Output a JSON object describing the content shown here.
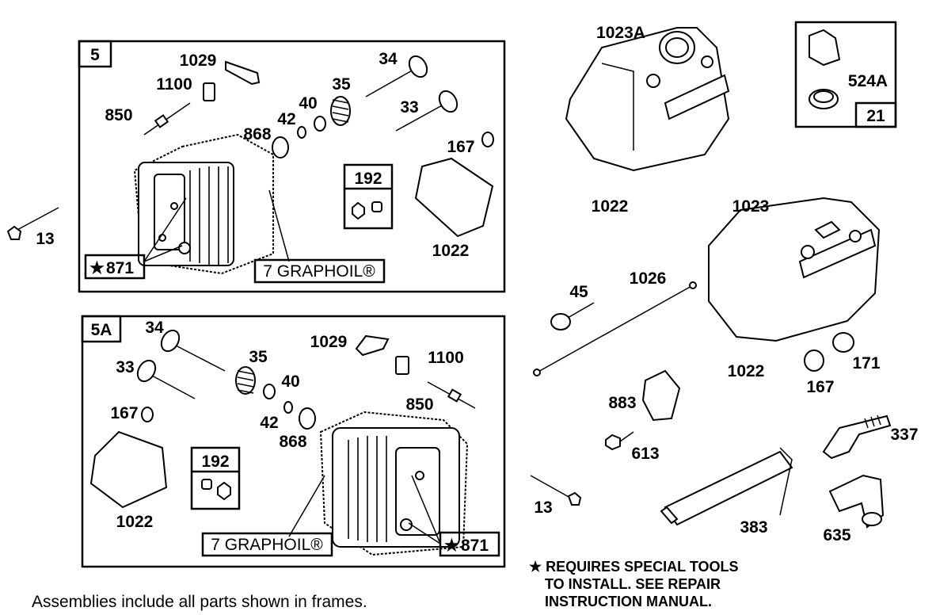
{
  "frames": {
    "f5": {
      "id": "5"
    },
    "f5a": {
      "id": "5A"
    },
    "f21": {
      "id": "21"
    }
  },
  "part_labels": {
    "p1029_a": "1029",
    "p1100_a": "1100",
    "p850_a": "850",
    "p34_a": "34",
    "p35_a": "35",
    "p40_a": "40",
    "p42_a": "42",
    "p33_a": "33",
    "p868_a": "868",
    "p167_a": "167",
    "p192_a": "192",
    "p1022_a": "1022",
    "p871_a": "871",
    "p13_a": "13",
    "p34_b": "34",
    "p33_b": "33",
    "p35_b": "35",
    "p40_b": "40",
    "p42_b": "42",
    "p868_b": "868",
    "p1029_b": "1029",
    "p1100_b": "1100",
    "p850_b": "850",
    "p167_b": "167",
    "p192_b": "192",
    "p1022_b": "1022",
    "p871_b": "871",
    "p1023a": "1023A",
    "p1022_c": "1022",
    "p524a": "524A",
    "p1023": "1023",
    "p1026": "1026",
    "p45": "45",
    "p1022_d": "1022",
    "p171": "171",
    "p167_c": "167",
    "p883": "883",
    "p613": "613",
    "p337": "337",
    "p13_b": "13",
    "p383": "383",
    "p635": "635"
  },
  "graphoil_labels": {
    "a": "7 GRAPHOIL®",
    "b": "7 GRAPHOIL®"
  },
  "star_glyph": "★",
  "note_lines": [
    "★ REQUIRES SPECIAL TOOLS",
    "TO INSTALL.  SEE REPAIR",
    "INSTRUCTION MANUAL."
  ],
  "caption": "Assemblies include all parts shown in frames."
}
